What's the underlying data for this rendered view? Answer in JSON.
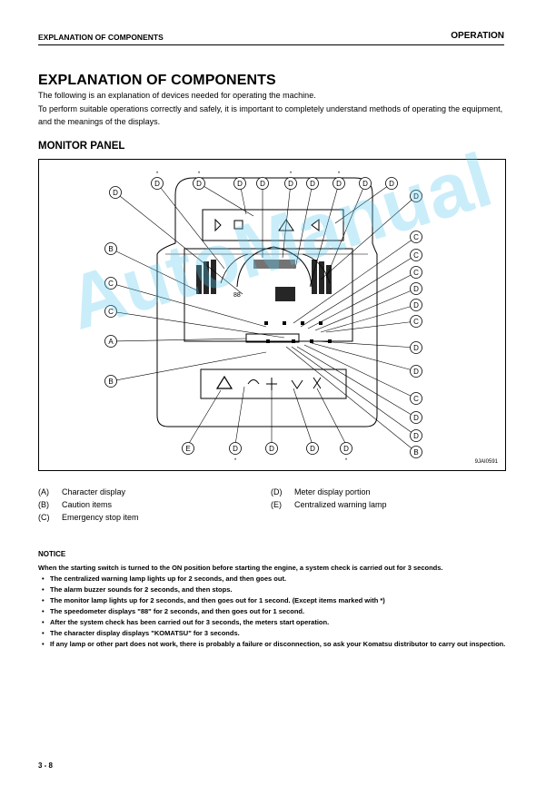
{
  "header": {
    "left": "EXPLANATION OF COMPONENTS",
    "right": "OPERATION"
  },
  "title": "EXPLANATION OF COMPONENTS",
  "intro": [
    "The following is an explanation of devices needed for operating the machine.",
    "To perform suitable operations correctly and safely, it is important to completely understand methods of operating the equipment, and the meanings of the displays."
  ],
  "section_title": "MONITOR PANEL",
  "figure": {
    "code": "9JAI0591",
    "mark": "*"
  },
  "legend": [
    {
      "key": "(A)",
      "label": "Character display"
    },
    {
      "key": "(B)",
      "label": "Caution items"
    },
    {
      "key": "(C)",
      "label": "Emergency stop item"
    },
    {
      "key": "(D)",
      "label": "Meter display portion"
    },
    {
      "key": "(E)",
      "label": "Centralized warning lamp"
    }
  ],
  "watermark": "AutoManual",
  "notice": {
    "title": "NOTICE",
    "lead": "When the starting switch is turned to the ON position before starting the engine, a system check is carried out for 3 seconds.",
    "items": [
      "The centralized warning lamp lights up for 2 seconds, and then goes out.",
      "The alarm buzzer sounds for 2 seconds, and then stops.",
      "The monitor lamp lights up for 2 seconds, and then goes out for 1 second. (Except items marked with *)",
      "The speedometer displays \"88\" for 2 seconds, and then goes out for 1 second.",
      "After the system check has been carried out for 3 seconds, the meters start operation.",
      "The character display displays \"KOMATSU\" for 3 seconds.",
      "If any lamp or other part does not work, there is probably a failure or disconnection, so ask your Komatsu distributor to carry out inspection."
    ]
  },
  "page_number": "3 - 8"
}
